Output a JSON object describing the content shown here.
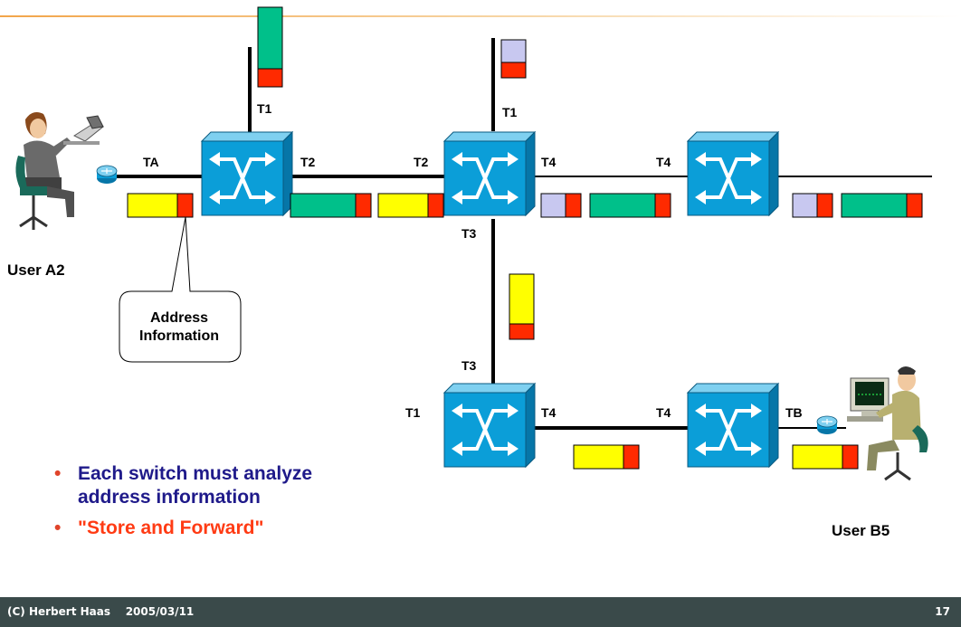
{
  "ports": {
    "sw1_t1": "T1",
    "sw1_t2": "T2",
    "ta": "TA",
    "sw2_t1": "T1",
    "sw2_t2": "T2",
    "sw2_t4": "T4",
    "sw2_t3": "T3",
    "sw3_t4": "T4",
    "sw4_t3": "T3",
    "sw4_t1": "T1",
    "sw4_t4": "T4",
    "sw5_t4": "T4",
    "tb": "TB"
  },
  "users": {
    "a": "User A2",
    "b": "User B5"
  },
  "callout": {
    "line1": "Address",
    "line2": "Information"
  },
  "bullets": [
    {
      "marker": "•",
      "text": "Each switch must analyze address information"
    },
    {
      "marker": "•",
      "text": "\"Store and Forward\""
    }
  ],
  "footer": {
    "left": "(C) Herbert Haas    2005/03/11",
    "page": "17"
  },
  "colors": {
    "switch": "#0b9ed8",
    "packet_yellow": "#ffff00",
    "packet_green": "#00c08a",
    "packet_lavender": "#c8c8f0",
    "address": "#ff2a00",
    "footer_bg": "#3a4a4a",
    "bullet_text": "#1f1a8a",
    "store_forward": "#ff3b14"
  }
}
